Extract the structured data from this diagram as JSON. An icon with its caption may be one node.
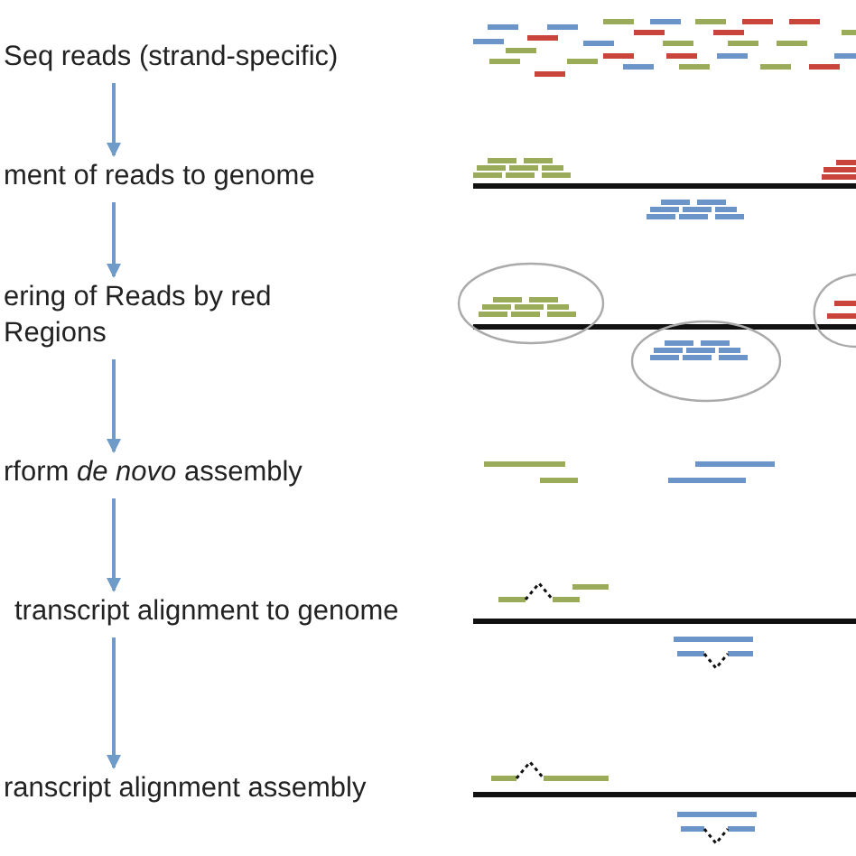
{
  "diagram": {
    "nodes": [
      {
        "text": [
          "Seq reads (strand-specific)"
        ]
      },
      {
        "text": [
          "ment of reads to genome"
        ]
      },
      {
        "text": [
          "ering of Reads by red Regions"
        ]
      },
      {
        "text": [
          "rform *de novo* assembly"
        ]
      },
      {
        "text": [
          "transcript alignment to genome"
        ]
      },
      {
        "text": [
          "ranscript alignment assembly"
        ]
      }
    ],
    "edges": [
      {
        "from": 0,
        "to": 1,
        "arrow": "to"
      },
      {
        "from": 1,
        "to": 2,
        "arrow": "to"
      },
      {
        "from": 2,
        "to": 3,
        "arrow": "to"
      },
      {
        "from": 3,
        "to": 4,
        "arrow": "to"
      },
      {
        "from": 4,
        "to": 5,
        "arrow": "to"
      }
    ]
  }
}
